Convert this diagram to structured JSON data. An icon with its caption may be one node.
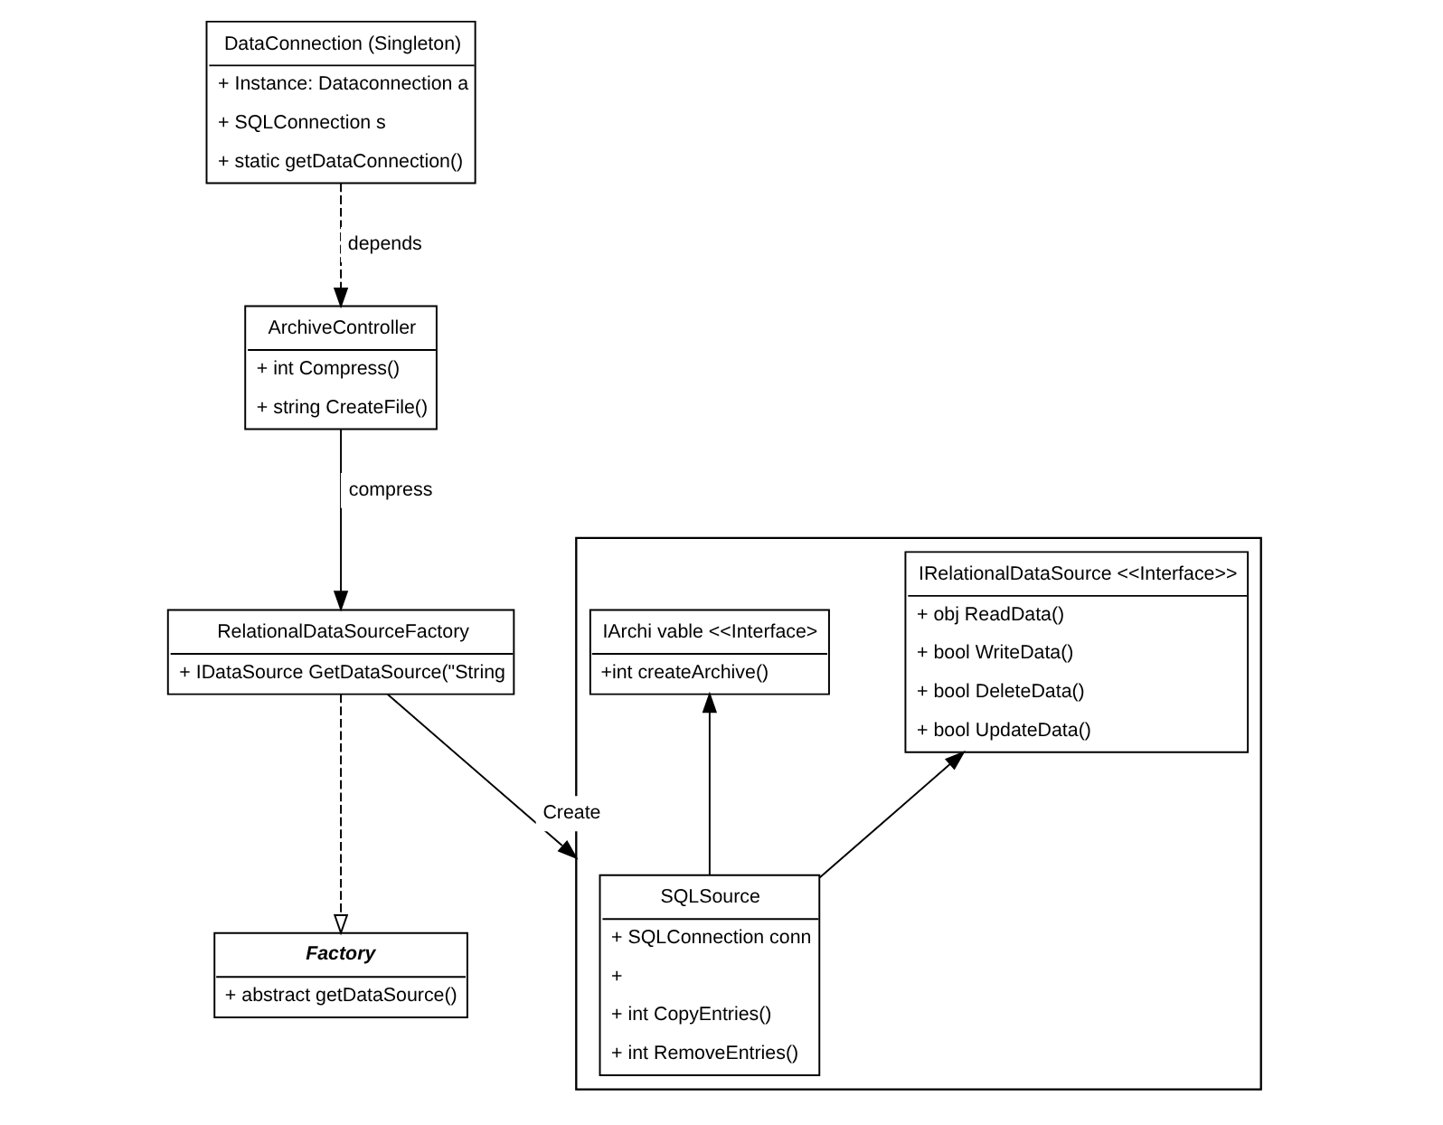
{
  "diagram": {
    "nodes": [
      {
        "text": [
          "DataConnection (Singleton)",
          "+ Instance: Dataconnection a",
          "+ SQLConnection s",
          "+ static getDataConnection()"
        ]
      },
      {
        "text": [],
        "shape": "box"
      },
      {
        "text": [
          "IRelationalDataSource <<Interface>>",
          "+ obj ReadData()",
          "+ bool WriteData()",
          "+ bool DeleteData()",
          "+ bool UpdateData()"
        ],
        "in": 1
      },
      {
        "text": [
          "IArchi vable <<Interface>",
          "+int createArchive()"
        ],
        "in": 1
      },
      {
        "text": [
          "ArchiveController",
          "+ int Compress()",
          "+ string CreateFile()"
        ]
      },
      {
        "text": [
          "SQLSource",
          "+ SQLConnection conn",
          "+",
          "+ int CopyEntries()",
          "+ int RemoveEntries()"
        ],
        "in": 1
      },
      {
        "text": [
          "RelationalDataSourceFactory",
          "+ IDataSource GetDataSource(\"String"
        ]
      },
      {
        "text": [
          "Factory",
          "+ abstract getDataSource()"
        ]
      }
    ],
    "edges": [
      {
        "from": 0,
        "to": 4,
        "arrow": "to",
        "label": "depends",
        "style": "dashed"
      },
      {
        "from": 4,
        "to": 6,
        "arrow": "to",
        "label": "compress"
      },
      {
        "from": 6,
        "to": 1,
        "arrow": "to",
        "label": "Create"
      },
      {
        "from": 6,
        "to": 7,
        "arrow": "to",
        "style": "dashed"
      },
      {
        "from": 5,
        "to": 2,
        "arrow": "to"
      },
      {
        "from": 5,
        "to": 3,
        "arrow": "to"
      }
    ]
  }
}
